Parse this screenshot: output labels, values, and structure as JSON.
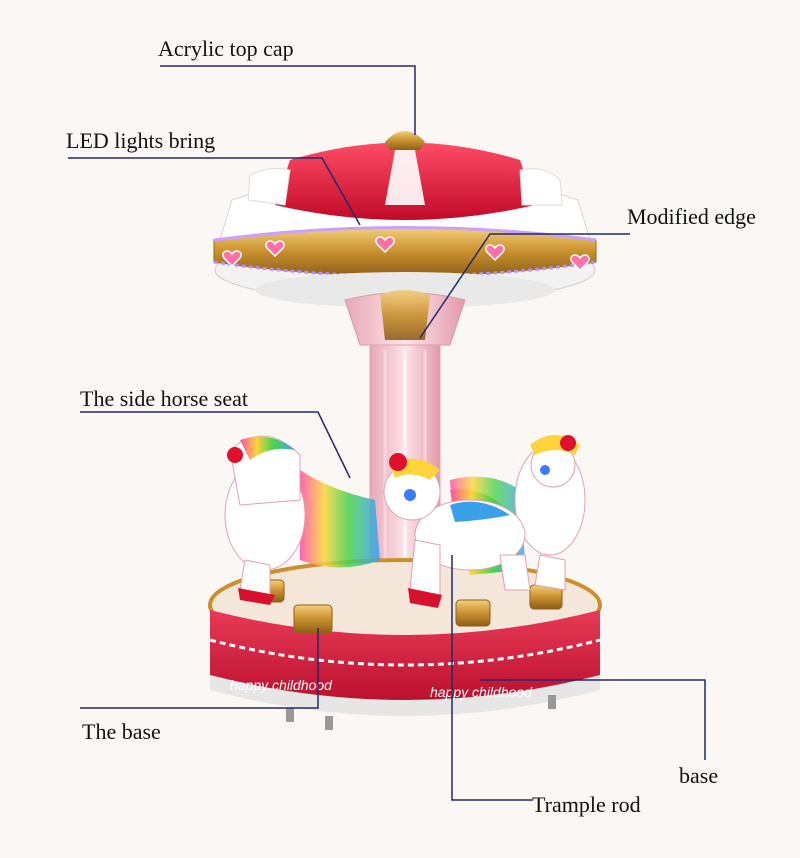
{
  "callouts": {
    "acrylic_top_cap": "Acrylic top cap",
    "led_lights": "LED lights bring",
    "modified_edge": "Modified edge",
    "side_horse_seat": "The side horse seat",
    "the_base": "The base",
    "base": "base",
    "trample_rod": "Trample rod"
  },
  "base_text": {
    "left": "happy childhood",
    "right": "happy childhood"
  },
  "colors": {
    "leader_line": "#1f2a6b",
    "canopy_red": "#d8102f",
    "gold": "#c9902e",
    "pillar_pink": "#f3c6cf",
    "base_red": "#d81a3c",
    "background": "#fbf7f4"
  }
}
